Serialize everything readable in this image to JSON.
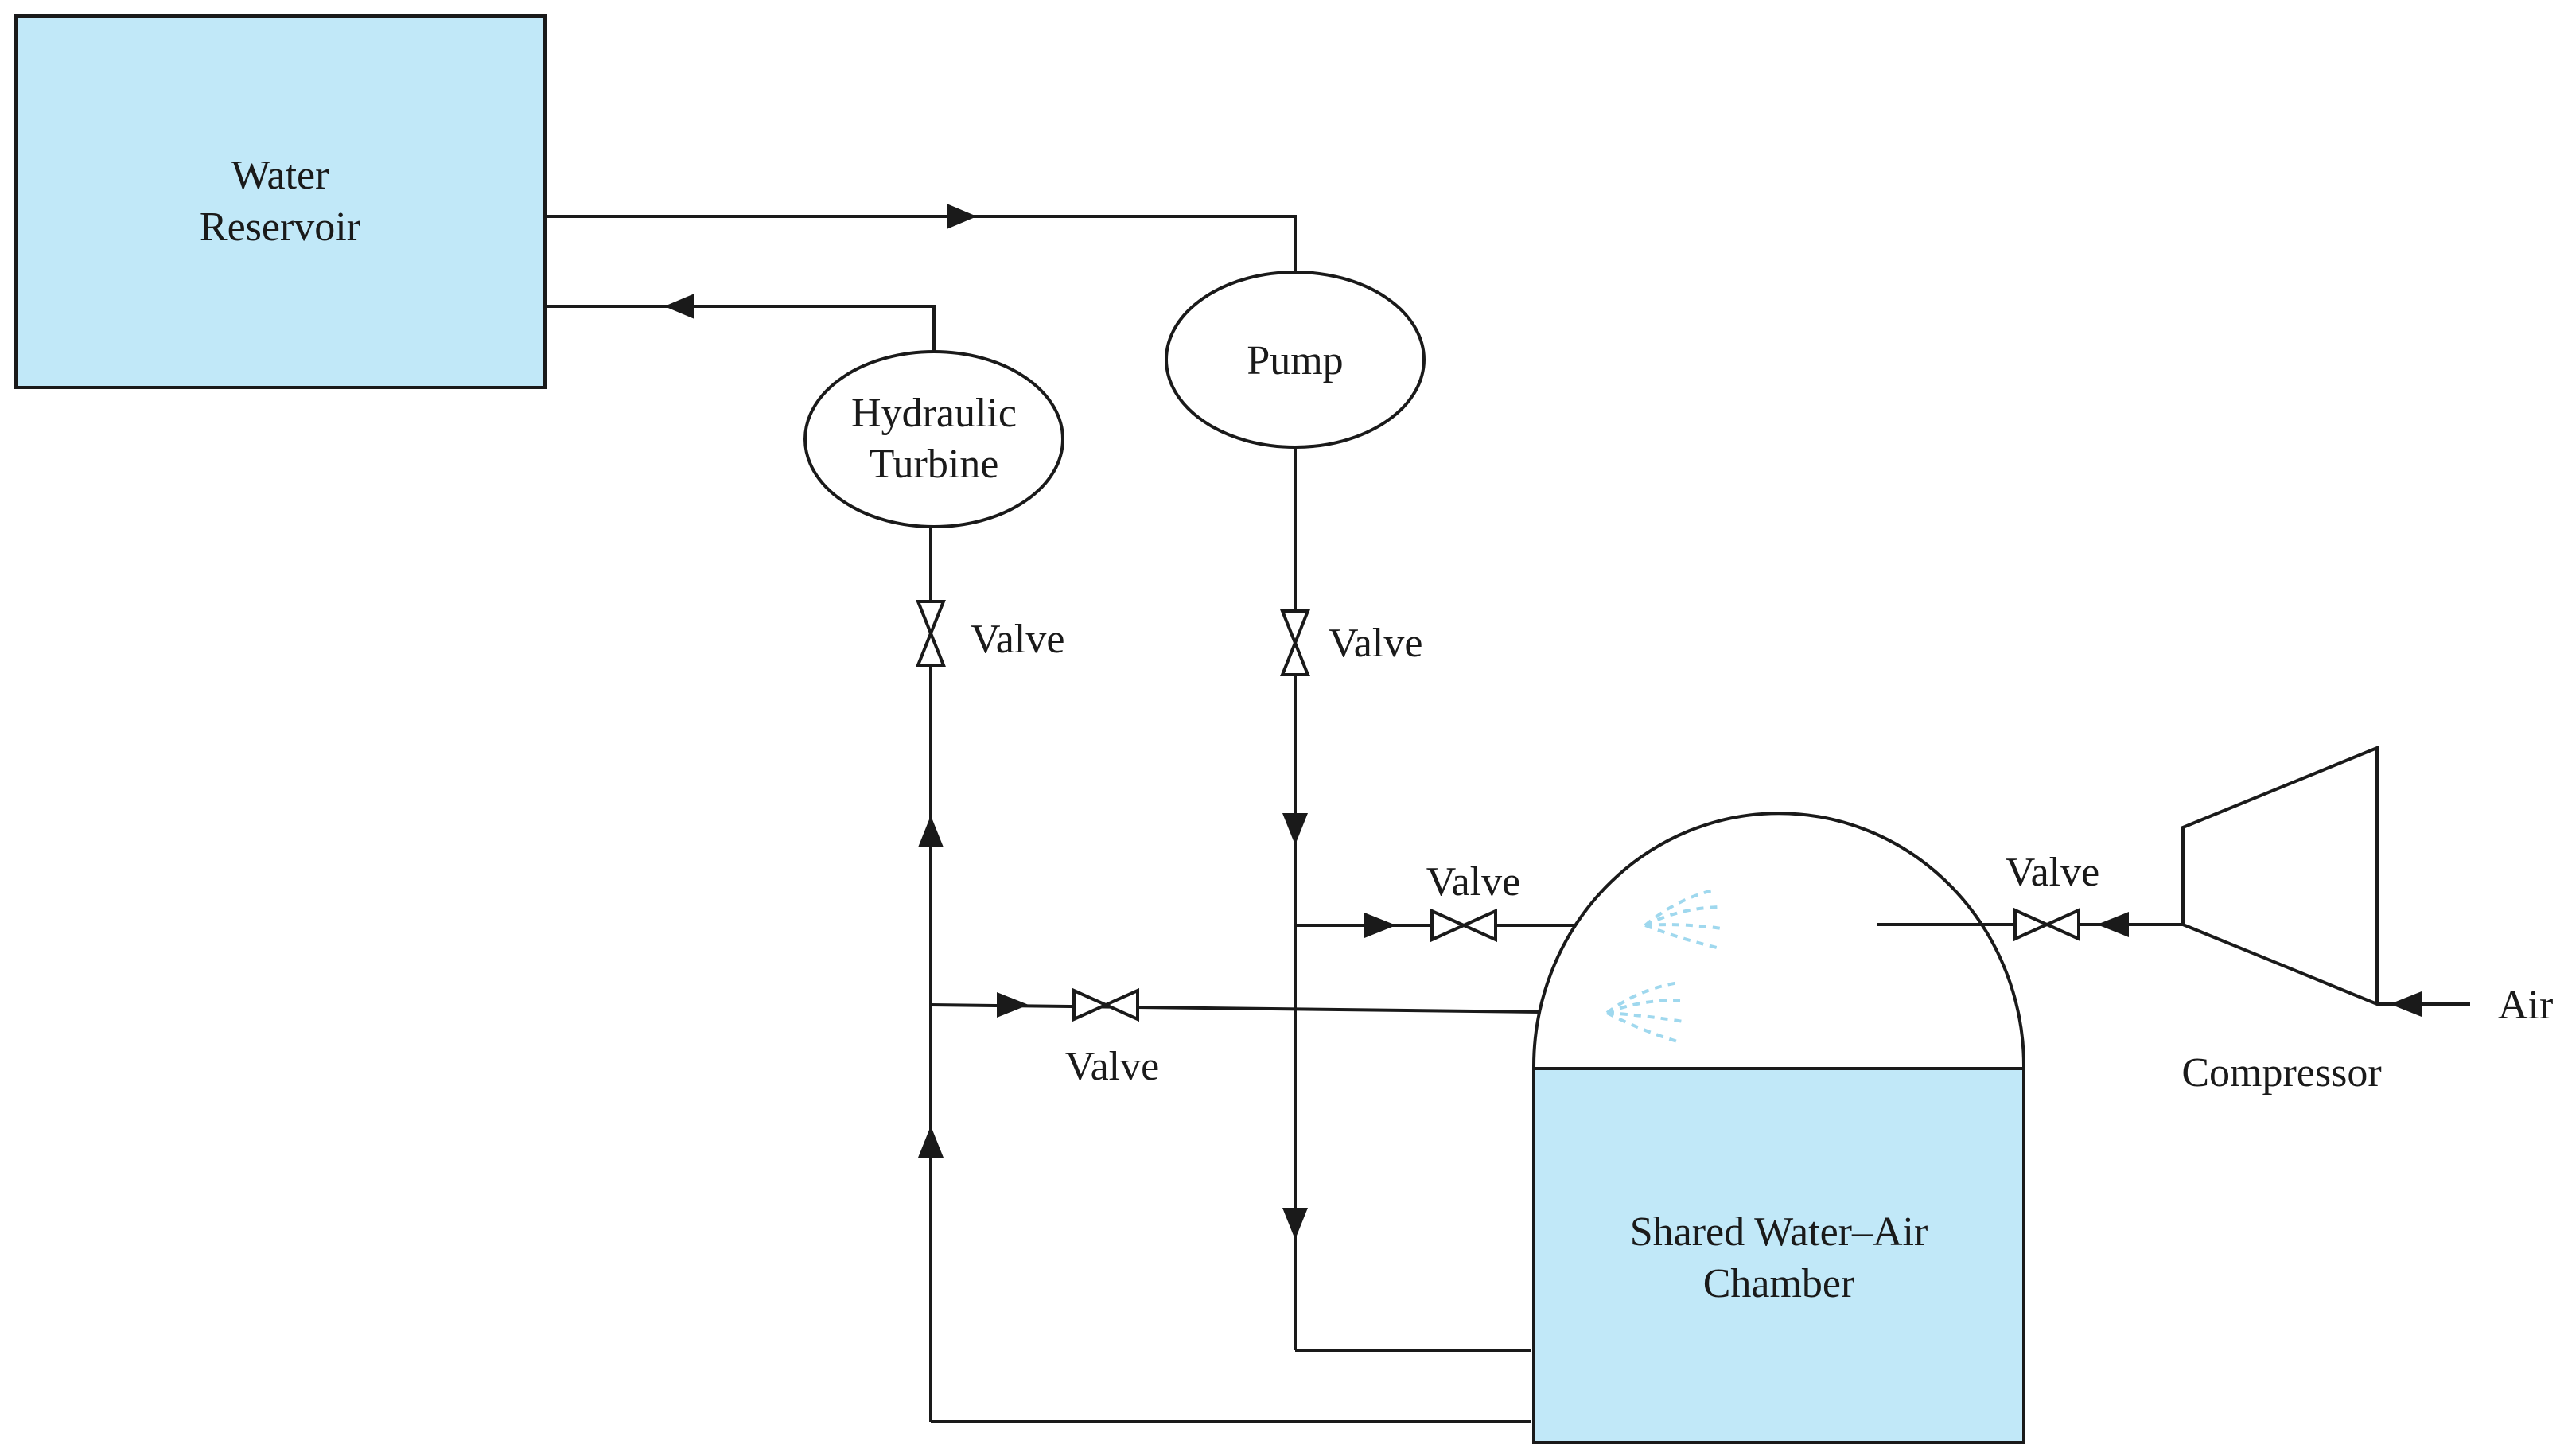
{
  "colors": {
    "line": "#1a1a1a",
    "fill_water": "#c1e8f8",
    "spray": "#9fd8ee"
  },
  "nodes": {
    "water_reservoir": [
      "Water",
      "Reservoir"
    ],
    "pump": [
      "Pump"
    ],
    "hydraulic_turbine": [
      "Hydraulic",
      "Turbine"
    ],
    "chamber": [
      "Shared Water–Air",
      "Chamber"
    ],
    "compressor": "Compressor",
    "air": "Air"
  },
  "valves": {
    "turbine_line": "Valve",
    "pump_line": "Valve",
    "upper_spray": "Valve",
    "lower_spray": "Valve",
    "air_inlet": "Valve"
  }
}
